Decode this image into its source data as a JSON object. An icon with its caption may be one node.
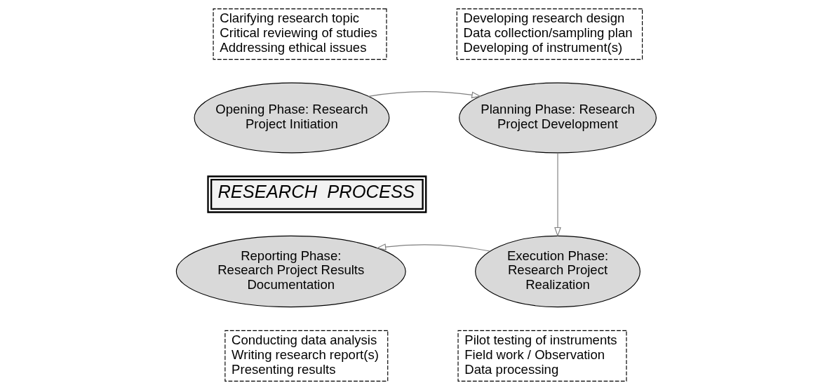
{
  "diagram": {
    "nodes": [
      {
        "text": [
          "Clarifying research topic",
          "Critical reviewing of studies",
          "Addressing ethical issues"
        ]
      },
      {
        "text": [
          "Developing research design",
          "Data collection/sampling plan",
          "Developing of instrument(s)"
        ]
      },
      {
        "text": [
          "Opening Phase: Research Project Initiation"
        ]
      },
      {
        "text": [
          "Planning Phase: Research Project Development"
        ]
      },
      {
        "text": [
          "RESEARCH  PROCESS"
        ]
      },
      {
        "text": [
          "Reporting Phase: Research Project Results Documentation"
        ]
      },
      {
        "text": [
          "Execution Phase: Research Project Realization"
        ]
      },
      {
        "text": [
          "Conducting data analysis",
          "Writing research report(s)",
          "Presenting results"
        ]
      },
      {
        "text": [
          "Pilot testing of instruments",
          "Field work / Observation",
          "Data processing"
        ]
      }
    ],
    "edges": [
      {
        "from": 2,
        "to": 3,
        "arrow": "to"
      },
      {
        "from": 3,
        "to": 6,
        "arrow": "to"
      },
      {
        "from": 6,
        "to": 5,
        "arrow": "to"
      }
    ]
  }
}
